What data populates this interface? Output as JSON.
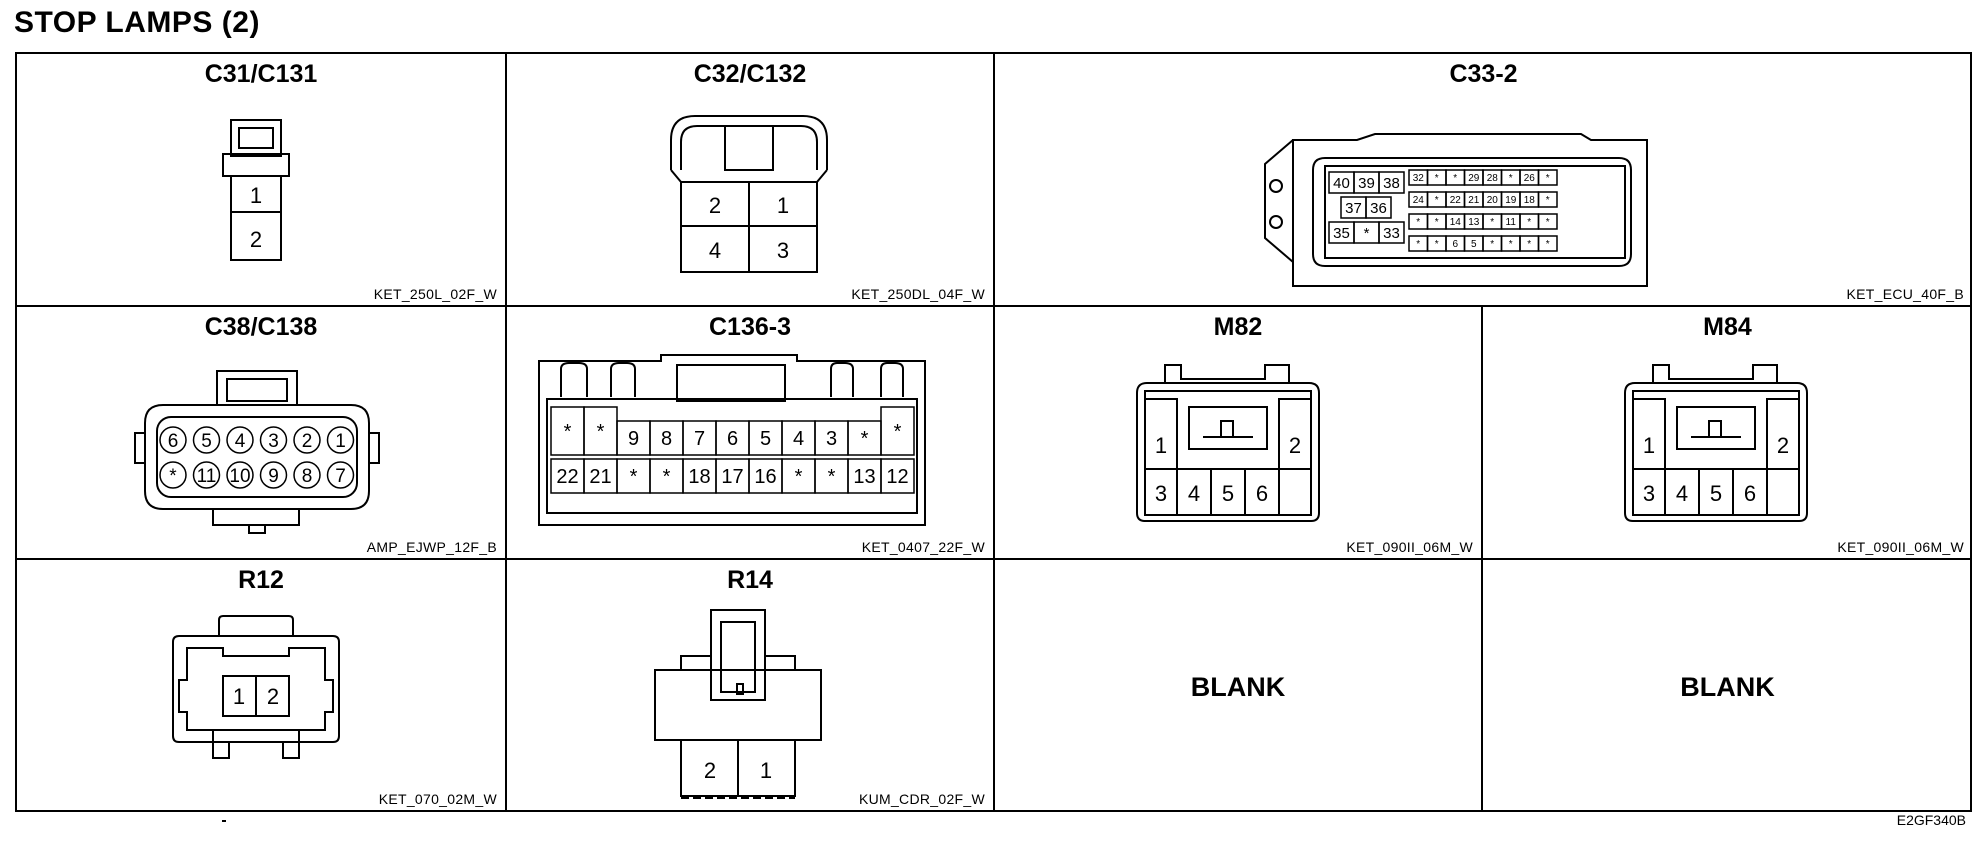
{
  "page": {
    "title": "STOP LAMPS (2)",
    "footer_code": "E2GF340B"
  },
  "connectors": {
    "c31": {
      "title": "C31/C131",
      "code": "KET_250L_02F_W",
      "pins": [
        "1",
        "2"
      ]
    },
    "c32": {
      "title": "C32/C132",
      "code": "KET_250DL_04F_W",
      "pins": [
        "2",
        "1",
        "4",
        "3"
      ]
    },
    "c33": {
      "title": "C33-2",
      "code": "KET_ECU_40F_B",
      "big_rows": [
        [
          "40",
          "39",
          "38"
        ],
        [
          "37",
          "36"
        ],
        [
          "35",
          "*",
          "33"
        ]
      ],
      "small_rows": [
        [
          "32",
          "*",
          "*",
          "29",
          "28",
          "*",
          "26",
          "*"
        ],
        [
          "24",
          "*",
          "22",
          "21",
          "20",
          "19",
          "18",
          "*"
        ],
        [
          "*",
          "*",
          "14",
          "13",
          "*",
          "11",
          "*",
          "*"
        ],
        [
          "*",
          "*",
          "6",
          "5",
          "*",
          "*",
          "*",
          "*"
        ]
      ]
    },
    "c38": {
      "title": "C38/C138",
      "code": "AMP_EJWP_12F_B",
      "top": [
        "6",
        "5",
        "4",
        "3",
        "2",
        "1"
      ],
      "bottom": [
        "*",
        "11",
        "10",
        "9",
        "8",
        "7"
      ]
    },
    "c136": {
      "title": "C136-3",
      "code": "KET_0407_22F_W",
      "top": [
        "*",
        "*",
        "9",
        "8",
        "7",
        "6",
        "5",
        "4",
        "3",
        "*",
        "*"
      ],
      "bottom": [
        "22",
        "21",
        "*",
        "*",
        "18",
        "17",
        "16",
        "*",
        "*",
        "13",
        "12"
      ]
    },
    "m82": {
      "title": "M82",
      "code": "KET_090II_06M_W",
      "pins": [
        "1",
        "2",
        "3",
        "4",
        "5",
        "6"
      ]
    },
    "m84": {
      "title": "M84",
      "code": "KET_090II_06M_W",
      "pins": [
        "1",
        "2",
        "3",
        "4",
        "5",
        "6"
      ]
    },
    "r12": {
      "title": "R12",
      "code": "KET_070_02M_W",
      "pins": [
        "1",
        "2"
      ]
    },
    "r14": {
      "title": "R14",
      "code": "KUM_CDR_02F_W",
      "pins": [
        "2",
        "1"
      ]
    },
    "blank1": {
      "label": "BLANK"
    },
    "blank2": {
      "label": "BLANK"
    }
  }
}
